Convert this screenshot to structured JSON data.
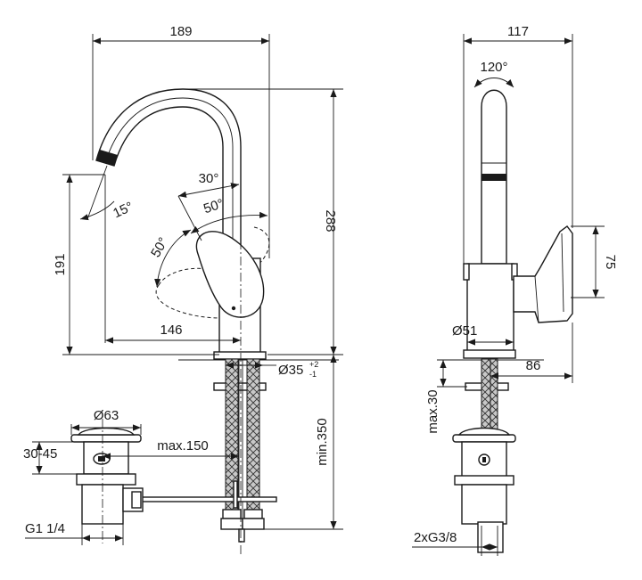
{
  "diagram": {
    "title": "Basin mixer technical drawing",
    "front_view": {
      "width_total": "189",
      "height_total": "288",
      "spout_height": "191",
      "spout_reach": "146",
      "angle_spout": "15°",
      "angle_top": "30°",
      "angle_mid": "50°",
      "angle_left": "50°",
      "hole_diameter": "Ø35",
      "hole_tol_plus": "+2",
      "hole_tol_minus": "-1",
      "deck_thickness": "min.350",
      "waste_diameter": "Ø63",
      "waste_range": "30-45",
      "rod_length": "max.150",
      "waste_thread": "G1 1/4"
    },
    "side_view": {
      "width_total": "117",
      "swivel_angle": "120°",
      "lever_height": "75",
      "body_diameter": "Ø51",
      "lever_reach": "86",
      "deck_max": "max.30",
      "connections": "2xG3/8"
    }
  }
}
